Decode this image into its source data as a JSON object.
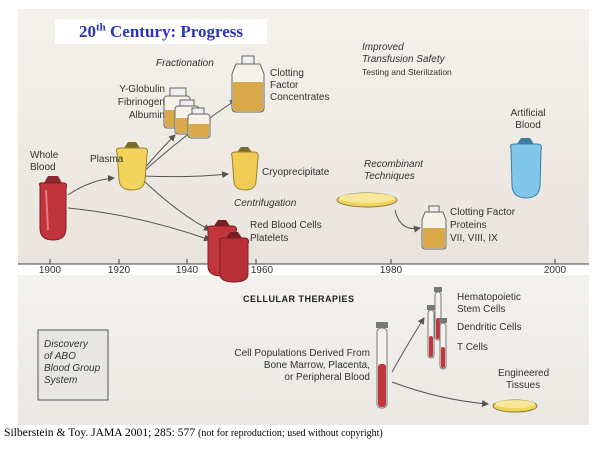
{
  "title": {
    "main": "20",
    "sup": "th",
    "rest": " Century: Progress"
  },
  "timeline": {
    "years": [
      "1900",
      "1920",
      "1940",
      "1960",
      "1980",
      "2000"
    ]
  },
  "labels": {
    "whole_blood": [
      "Whole",
      "Blood"
    ],
    "plasma": "Plasma",
    "fractionation": "Fractionation",
    "globulin_list": [
      "Y-Globulin",
      "Fibrinogen",
      "Albumin"
    ],
    "clotting_concentrates": [
      "Clotting",
      "Factor",
      "Concentrates"
    ],
    "cryoprecipitate": "Cryoprecipitate",
    "centrifugation": "Centrifugation",
    "red_cells_platelets": [
      "Red Blood Cells",
      "Platelets"
    ],
    "improved_safety": [
      "Improved",
      "Transfusion Safety"
    ],
    "testing": "Testing and Sterilization",
    "artificial_blood": [
      "Artificial",
      "Blood"
    ],
    "recombinant": [
      "Recombinant",
      "Techniques"
    ],
    "clotting_proteins": [
      "Clotting Factor",
      "Proteins",
      "VII, VIII, IX"
    ],
    "cellular_therapies": "CELLULAR THERAPIES",
    "abo": [
      "Discovery",
      "of ABO",
      "Blood Group",
      "System"
    ],
    "cell_populations": [
      "Cell Populations Derived From",
      "Bone Marrow, Placenta,",
      "or Peripheral Blood"
    ],
    "stem_cells": [
      "Hematopoietic",
      "Stem Cells"
    ],
    "dendritic": "Dendritic Cells",
    "t_cells": "T Cells",
    "engineered": [
      "Engineered",
      "Tissues"
    ]
  },
  "caption": {
    "main": "Silberstein & Toy. JAMA 2001; 285: 577  ",
    "note": "(not for reproduction; used without copyright)"
  },
  "colors": {
    "title": "#2b35b5",
    "blood_red": "#c0363c",
    "plasma_yellow": "#f2d35c",
    "artificial_blue": "#7fc6ea",
    "amber": "#d9a94a",
    "paper": "#f2efe9"
  }
}
